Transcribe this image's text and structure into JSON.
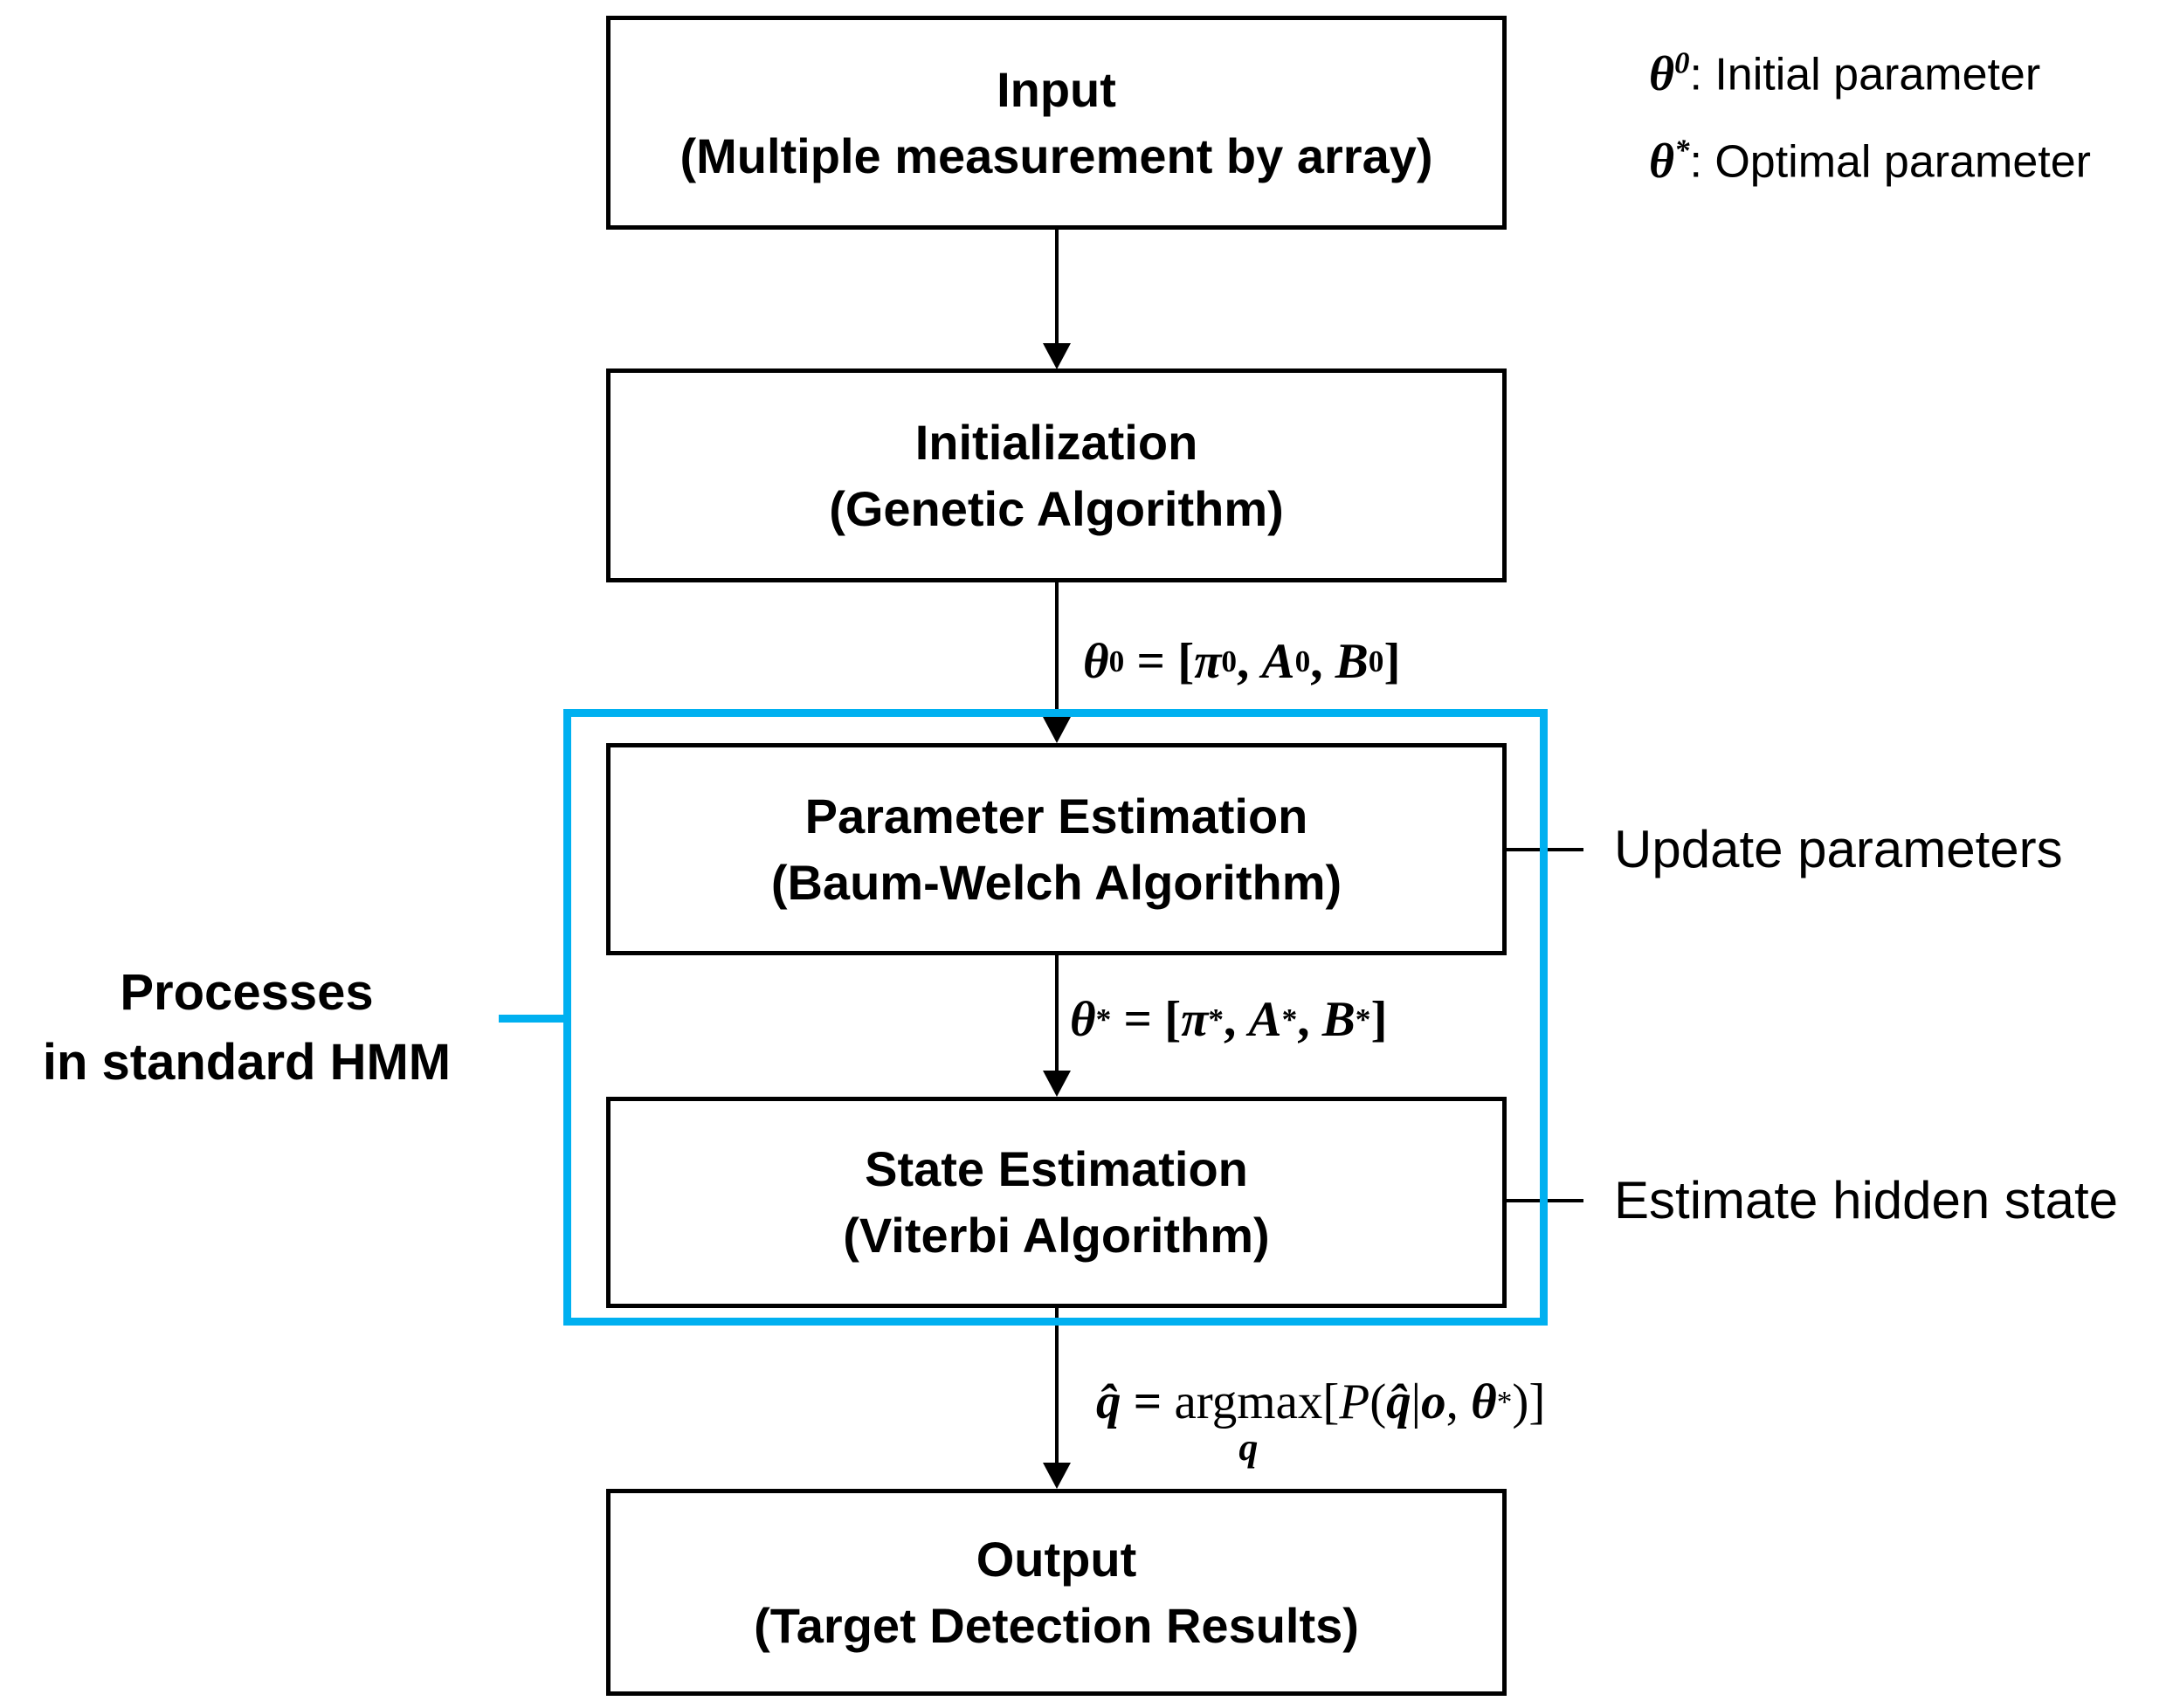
{
  "colors": {
    "accent_blue": "#00B0F0",
    "line_black": "#000000",
    "background": "#ffffff"
  },
  "legend": {
    "items": [
      {
        "symbol": "θ",
        "sup": "0",
        "desc": ": Initial parameter"
      },
      {
        "symbol": "θ",
        "sup": "*",
        "desc": ": Optimal parameter"
      }
    ]
  },
  "boxes": {
    "input": {
      "line1": "Input",
      "line2": "(Multiple measurement by array)"
    },
    "initialization": {
      "line1": "Initialization",
      "line2": "(Genetic Algorithm)"
    },
    "parameter_estimation": {
      "line1": "Parameter Estimation",
      "line2": "(Baum-Welch Algorithm)"
    },
    "state_estimation": {
      "line1": "State Estimation",
      "line2": "(Viterbi Algorithm)"
    },
    "output": {
      "line1": "Output",
      "line2": "(Target Detection Results)"
    }
  },
  "formulas": {
    "theta0": {
      "sym": "θ",
      "sym_sup": "0",
      "eq": " = ",
      "open": "[",
      "pi": "π",
      "pi_sup": "0",
      "comma1": ", ",
      "a": "A",
      "a_sup": "0",
      "comma2": ", ",
      "b": "B",
      "b_sup": "0",
      "close": "]"
    },
    "theta_star": {
      "sym": "θ",
      "sym_sup": "*",
      "eq": " = ",
      "open": "[",
      "pi": "π",
      "pi_sup": "*",
      "comma1": ", ",
      "a": "A",
      "a_sup": "*",
      "comma2": ", ",
      "b": "B",
      "b_sup": "*",
      "close": "]"
    },
    "qhat": {
      "lhs": "q̂",
      "eq": " = ",
      "operator": "argmax",
      "operator_sub": "q",
      "open": "[",
      "p": "P",
      "paren_open": "(",
      "qhat2": "q̂",
      "bar": "|",
      "o": "o",
      "comma": ", ",
      "theta": "θ",
      "theta_sup": "*",
      "paren_close": ")",
      "close": "]"
    }
  },
  "annotations": {
    "left_label": {
      "line1": "Processes",
      "line2": "in standard HMM"
    },
    "update_parameters": "Update parameters",
    "estimate_hidden_state": "Estimate hidden state"
  }
}
